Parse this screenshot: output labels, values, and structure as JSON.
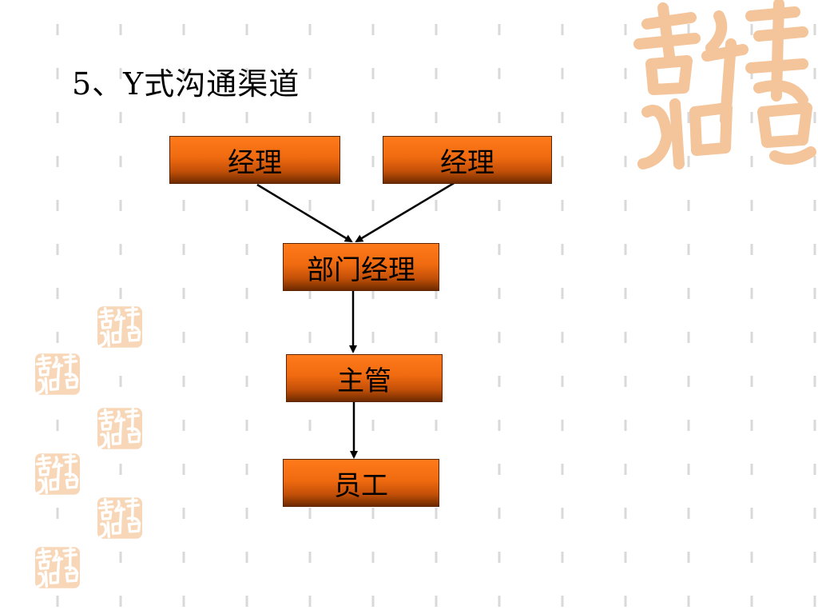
{
  "slide": {
    "title": "5、Y式沟通渠道"
  },
  "diagram": {
    "nodes": {
      "manager_left": "经理",
      "manager_right": "经理",
      "dept_manager": "部门经理",
      "supervisor": "主管",
      "staff": "员工"
    },
    "edges": [
      {
        "from": "manager_left",
        "to": "dept_manager"
      },
      {
        "from": "manager_right",
        "to": "dept_manager"
      },
      {
        "from": "dept_manager",
        "to": "supervisor"
      },
      {
        "from": "supervisor",
        "to": "staff"
      }
    ]
  },
  "decoration": {
    "seal_text": "吉祥如意",
    "seal_color": "#f4c49a",
    "box_color": "#f06a10",
    "grid_color": "#d9d9d9"
  }
}
